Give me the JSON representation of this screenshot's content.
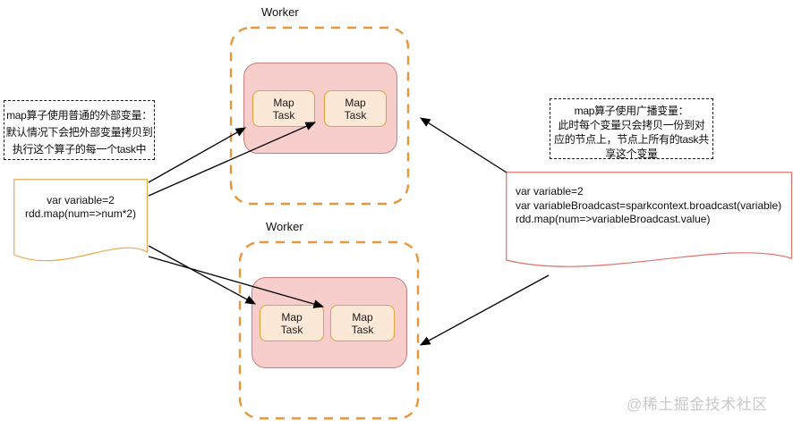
{
  "workers": [
    {
      "label": "Worker"
    },
    {
      "label": "Worker"
    }
  ],
  "map_task": {
    "line1": "Map",
    "line2": "Task"
  },
  "notes": {
    "left": {
      "lines": [
        "map算子使用普通的外部变量：",
        "默认情况下会把外部变量拷贝到",
        "执行这个算子的每一个task中"
      ]
    },
    "right": {
      "lines": [
        "map算子使用广播变量：",
        "此时每个变量只会拷贝一份到对",
        "应的节点上，节点上所有的task共",
        "享这个变量"
      ]
    }
  },
  "code": {
    "plain": {
      "lines": [
        "var variable=2",
        "rdd.map(num=>num*2)"
      ]
    },
    "broadcast": {
      "lines": [
        "var variable=2",
        "var variableBroadcast=sparkcontext.broadcast(variable)",
        "rdd.map(num=>variableBroadcast.value)"
      ]
    }
  },
  "watermark": "@稀土掘金技术社区",
  "colors": {
    "worker_border": "#e8963c",
    "container_fill": "#f8cecc",
    "container_border": "#c87e7d",
    "task_fill": "#fce8d7",
    "task_border": "#e0a23e",
    "plain_doc_border": "#e8a94f",
    "broadcast_doc_border": "#e0726a",
    "arrow": "#000000",
    "watermark": "#c9c9c9"
  }
}
